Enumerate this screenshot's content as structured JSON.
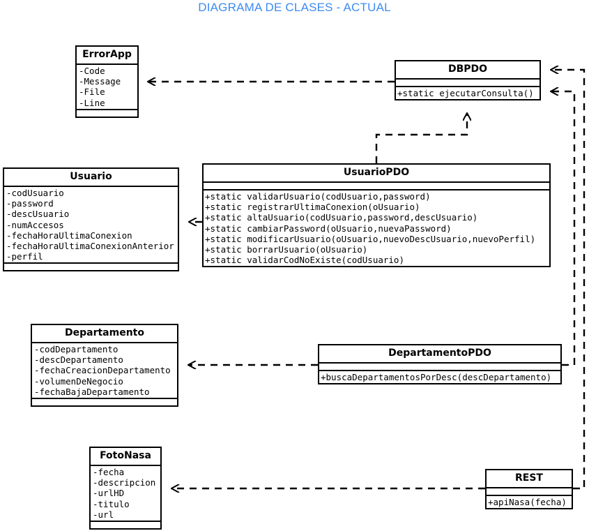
{
  "title": "DIAGRAMA DE CLASES - ACTUAL",
  "title_color": "#3d8bf2",
  "line_color": "#000000",
  "classes": {
    "errorapp": {
      "name": "ErrorApp",
      "attributes": [
        "-Code",
        "-Message",
        "-File",
        "-Line"
      ],
      "methods": []
    },
    "dbpdo": {
      "name": "DBPDO",
      "attributes": [],
      "methods": [
        "+static ejecutarConsulta()"
      ]
    },
    "usuario": {
      "name": "Usuario",
      "attributes": [
        "-codUsuario",
        "-password",
        "-descUsuario",
        "-numAccesos",
        "-fechaHoraUltimaConexion",
        "-fechaHoraUltimaConexionAnterior",
        "-perfil"
      ],
      "methods": []
    },
    "usuariopdo": {
      "name": "UsuarioPDO",
      "attributes": [],
      "methods": [
        "+static validarUsuario(codUsuario,password)",
        "+static registrarUltimaConexion(oUsuario)",
        "+static altaUsuario(codUsuario,password,descUsuario)",
        "+static cambiarPassword(oUsuario,nuevaPassword)",
        "+static modificarUsuario(oUsuario,nuevoDescUsuario,nuevoPerfil)",
        "+static borrarUsuario(oUsuario)",
        "+static validarCodNoExiste(codUsuario)"
      ]
    },
    "departamento": {
      "name": "Departamento",
      "attributes": [
        "-codDepartamento",
        "-descDepartamento",
        "-fechaCreacionDepartamento",
        "-volumenDeNegocio",
        "-fechaBajaDepartamento"
      ],
      "methods": []
    },
    "departamentopdo": {
      "name": "DepartamentoPDO",
      "attributes": [],
      "methods": [
        "+buscaDepartamentosPorDesc(descDepartamento)"
      ]
    },
    "fotonasa": {
      "name": "FotoNasa",
      "attributes": [
        "-fecha",
        "-descripcion",
        "-urlHD",
        "-titulo",
        "-url"
      ],
      "methods": []
    },
    "rest": {
      "name": "REST",
      "attributes": [],
      "methods": [
        "+apiNasa(fecha)"
      ]
    }
  },
  "relations": [
    {
      "name": "dbpdo-to-errorapp",
      "from": "DBPDO",
      "to": "ErrorApp",
      "type": "dependency"
    },
    {
      "name": "usuariopdo-to-dbpdo",
      "from": "UsuarioPDO",
      "to": "DBPDO",
      "type": "dependency"
    },
    {
      "name": "departamentopdo-to-dbpdo",
      "from": "DepartamentoPDO",
      "to": "DBPDO",
      "type": "dependency"
    },
    {
      "name": "rest-to-dbpdo",
      "from": "REST",
      "to": "DBPDO",
      "type": "dependency"
    },
    {
      "name": "usuariopdo-to-usuario",
      "from": "UsuarioPDO",
      "to": "Usuario",
      "type": "dependency"
    },
    {
      "name": "departamentopdo-to-departamento",
      "from": "DepartamentoPDO",
      "to": "Departamento",
      "type": "dependency"
    },
    {
      "name": "rest-to-fotonasa",
      "from": "REST",
      "to": "FotoNasa",
      "type": "dependency"
    }
  ]
}
